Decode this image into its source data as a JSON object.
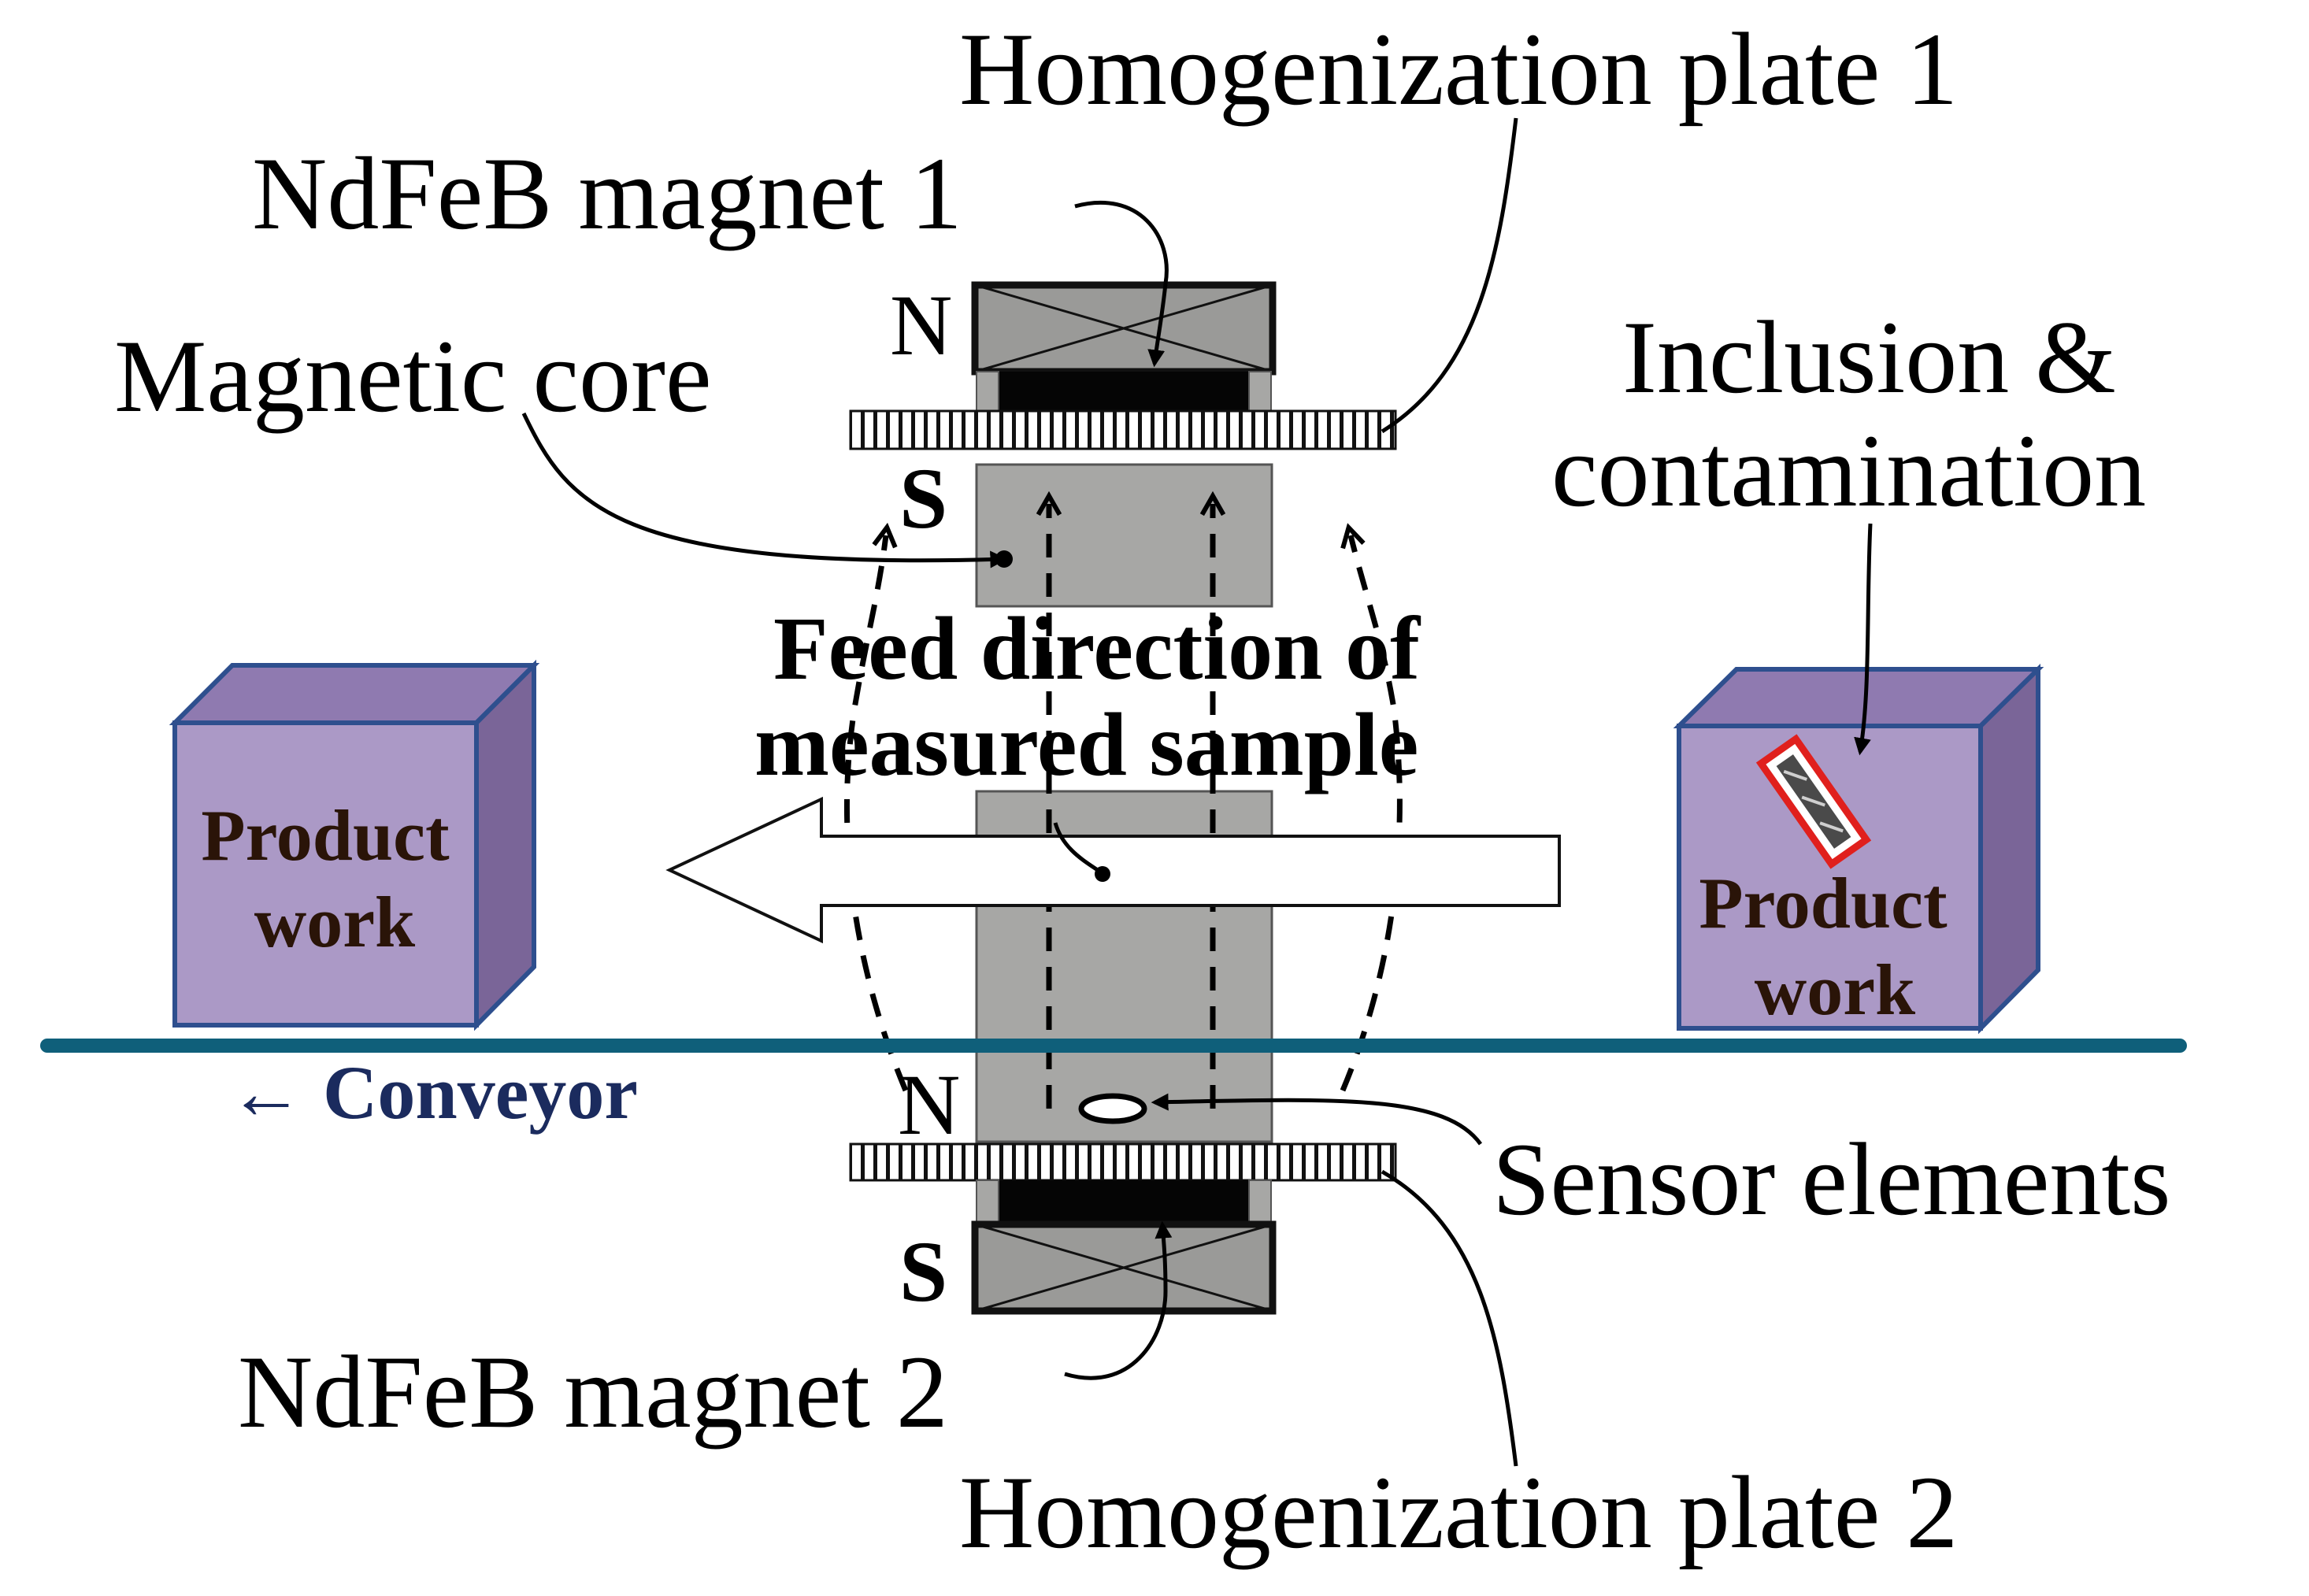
{
  "labels": {
    "homogenization_plate_1": "Homogenization plate 1",
    "homogenization_plate_2": "Homogenization plate 2",
    "magnet_1": "NdFeB magnet 1",
    "magnet_2": "NdFeB magnet 2",
    "magnetic_core": "Magnetic core",
    "inclusion_line1": "Inclusion &",
    "inclusion_line2": "contamination",
    "feed_line1": "Feed direction of",
    "feed_line2": "measured sample",
    "sensor_elements": "Sensor elements",
    "conveyor": "← Conveyor",
    "product_left_line1": "Product",
    "product_left_line2": "work",
    "product_right_line1": "Product",
    "product_right_line2": "work",
    "pole_top_n": "N",
    "pole_top_s": "S",
    "pole_bottom_n": "N",
    "pole_bottom_s": "S"
  },
  "colors": {
    "product_box_front": "#ab99c6",
    "product_box_top": "#8f7ab0",
    "product_box_side": "#7a6598",
    "product_box_edge": "#2e4f8e",
    "product_text": "#2a1408",
    "conveyor": "#0f5f7a",
    "conveyor_text": "#1b2b5e",
    "core_fill": "#a7a7a5",
    "magnet_fill": "#9a9a98",
    "inclusion_outline": "#e0201d"
  }
}
